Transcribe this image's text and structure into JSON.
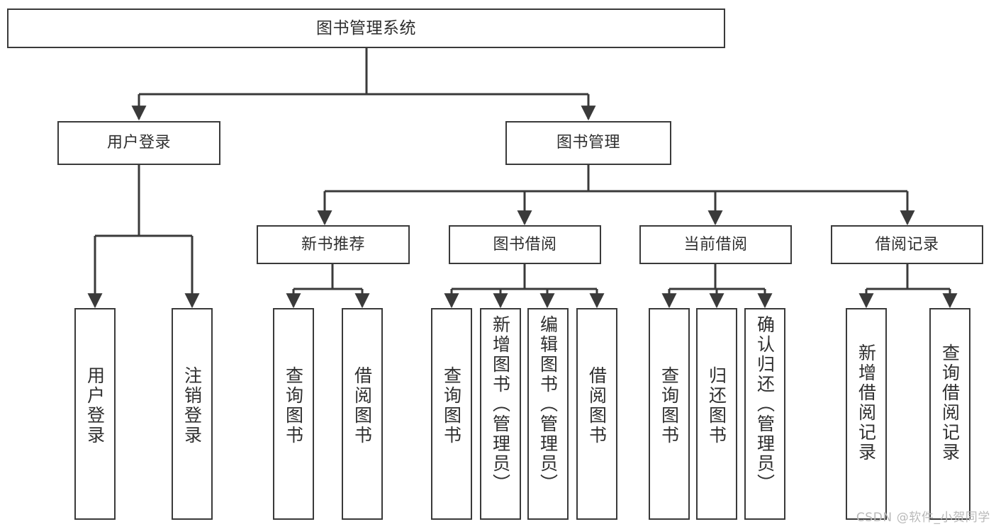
{
  "diagram": {
    "title": "图书管理系统",
    "type": "tree-hierarchy",
    "watermark": "CSDN @软件_小贺同学",
    "colors": {
      "stroke": "#3a3a3a",
      "text": "#2f2f2f",
      "background": "#ffffff",
      "watermark": "#b9b9b9"
    },
    "levels": {
      "root": {
        "label": "图书管理系统"
      },
      "level2": [
        {
          "label": "用户登录"
        },
        {
          "label": "图书管理"
        }
      ],
      "level3": [
        {
          "label": "新书推荐"
        },
        {
          "label": "图书借阅"
        },
        {
          "label": "当前借阅"
        },
        {
          "label": "借阅记录"
        }
      ],
      "leaves": {
        "user_login": [
          {
            "label": "用户登录"
          },
          {
            "label": "注销登录"
          }
        ],
        "new_book_recommend": [
          {
            "label": "查询图书"
          },
          {
            "label": "借阅图书"
          }
        ],
        "book_borrow": [
          {
            "label": "查询图书"
          },
          {
            "label": "新增图书（管理员）"
          },
          {
            "label": "编辑图书（管理员）"
          },
          {
            "label": "借阅图书"
          }
        ],
        "current_borrow": [
          {
            "label": "查询图书"
          },
          {
            "label": "归还图书"
          },
          {
            "label": "确认归还（管理员）"
          }
        ],
        "borrow_record": [
          {
            "label": "新增借阅记录"
          },
          {
            "label": "查询借阅记录"
          }
        ]
      }
    }
  }
}
